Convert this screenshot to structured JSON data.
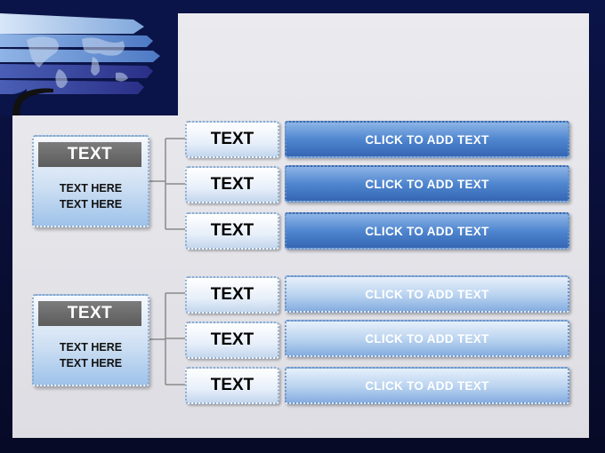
{
  "colors": {
    "navy": "#0b1448",
    "slide": "#e4e4ea",
    "blue": "#3f78c8"
  },
  "groups": [
    {
      "main": {
        "title": "TEXT",
        "line1": "TEXT HERE",
        "line2": "TEXT HERE"
      },
      "items": [
        {
          "label": "TEXT",
          "content": "CLICK TO ADD TEXT"
        },
        {
          "label": "TEXT",
          "content": "CLICK TO ADD TEXT"
        },
        {
          "label": "TEXT",
          "content": "CLICK TO ADD TEXT"
        }
      ]
    },
    {
      "main": {
        "title": "TEXT",
        "line1": "TEXT HERE",
        "line2": "TEXT HERE"
      },
      "items": [
        {
          "label": "TEXT",
          "content": "CLICK TO ADD TEXT"
        },
        {
          "label": "TEXT",
          "content": "CLICK TO ADD TEXT"
        },
        {
          "label": "TEXT",
          "content": "CLICK TO ADD TEXT"
        }
      ]
    }
  ]
}
